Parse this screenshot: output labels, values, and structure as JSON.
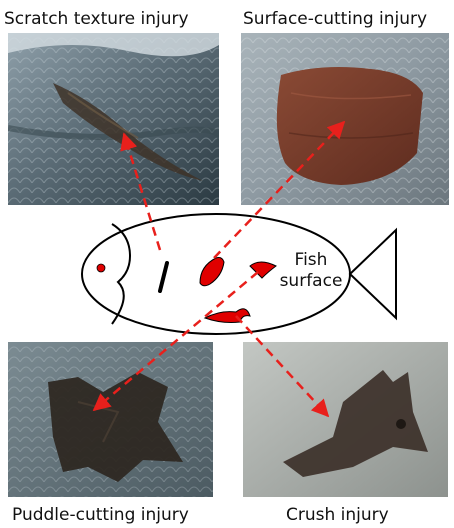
{
  "figure": {
    "labels": {
      "top_left": "Scratch texture injury",
      "top_right": "Surface-cutting injury",
      "bottom_left": "Puddle-cutting injury",
      "bottom_right": "Crush injury"
    },
    "fish": {
      "line1": "Fish",
      "line2": "surface"
    },
    "colors": {
      "injury_marks": "#e00000",
      "arrows": "#e8201c",
      "outline": "#000000"
    }
  }
}
